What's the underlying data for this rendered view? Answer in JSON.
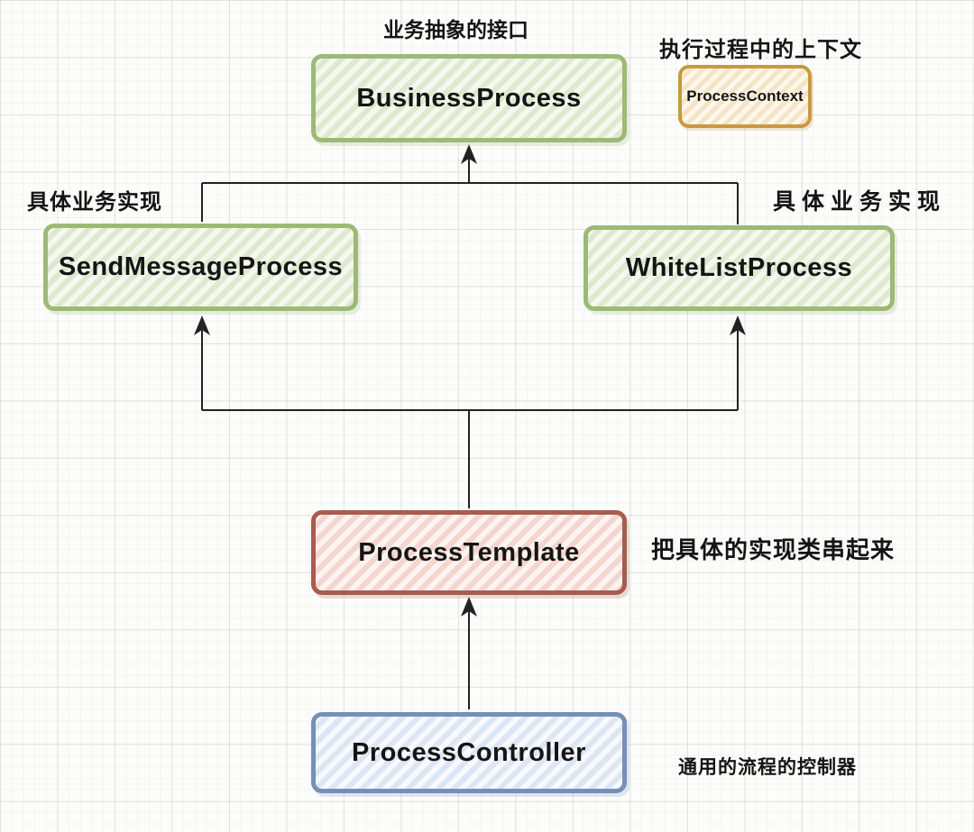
{
  "diagram": {
    "nodes": {
      "business_process": {
        "label": "BusinessProcess",
        "annotation": "业务抽象的接口",
        "border_color": "#9cba76",
        "stripe_color": "#dee9cf"
      },
      "process_context": {
        "label": "ProcessContext",
        "annotation": "执行过程中的上下文",
        "border_color": "#c8993f",
        "stripe_color": "#f7e4c6"
      },
      "send_message_process": {
        "label": "SendMessageProcess",
        "annotation": "具体业务实现",
        "border_color": "#9cba76",
        "stripe_color": "#dee9cf"
      },
      "white_list_process": {
        "label": "WhiteListProcess",
        "annotation": "具体业务实现",
        "border_color": "#9cba76",
        "stripe_color": "#dee9cf"
      },
      "process_template": {
        "label": "ProcessTemplate",
        "annotation": "把具体的实现类串起来",
        "border_color": "#a85b50",
        "stripe_color": "#f3d6ce"
      },
      "process_controller": {
        "label": "ProcessController",
        "annotation": "通用的流程的控制器",
        "border_color": "#7590b6",
        "stripe_color": "#dde6f3"
      }
    },
    "edges": [
      {
        "from": "send_message_process",
        "to": "business_process",
        "style": "arrow-up"
      },
      {
        "from": "white_list_process",
        "to": "business_process",
        "style": "arrow-up"
      },
      {
        "from": "process_template",
        "to": "send_message_process",
        "style": "arrow-up"
      },
      {
        "from": "process_template",
        "to": "white_list_process",
        "style": "arrow-up"
      },
      {
        "from": "process_controller",
        "to": "process_template",
        "style": "arrow-up"
      }
    ],
    "line_color": "#222222",
    "background_color": "#fcfcfb"
  }
}
